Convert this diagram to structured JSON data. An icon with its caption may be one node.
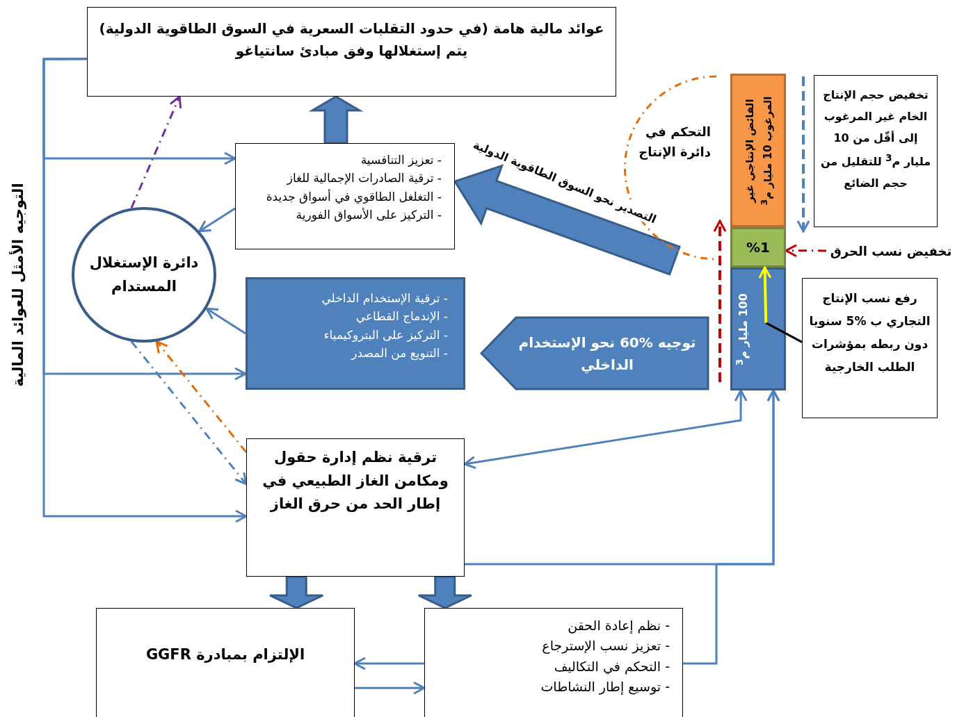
{
  "diagram": {
    "nodes": [
      {
        "text": [
          "عوائد مالية هامة (في حدود التقلبات السعرية في السوق الطاقوية الدولية) يتم إستغلالها وفق مبادئ سانتياغو"
        ]
      },
      {
        "text": [
          "- تعزيز التنافسية",
          "- ترقية الصادرات الإجمالية للغاز",
          "- التغلغل الطاقوي في أسواق جديدة",
          "- التركيز على الأسواق الفورية"
        ]
      },
      {
        "text": [
          "- ترقية الإستخدام الداخلي",
          "- الإندماج القطاعي",
          "- التركيز على البتروكيمياء",
          "- التنويع من المصدر"
        ]
      },
      {
        "text": [
          "دائرة الإستغلال المستدام"
        ]
      },
      {
        "text": [
          "ترقية نظم إدارة حقول ومكامن الغاز الطبيعي في إطار الحد من حرق الغاز"
        ]
      },
      {
        "text": [
          "الإلتزام بمبادرة GGFR"
        ]
      },
      {
        "text": [
          "- نظم إعادة الحقن",
          "- تعزيز نسب الإسترجاع",
          "- التحكم في التكاليف",
          "- توسيع إطار النشاطات"
        ]
      },
      {
        "text": [
          "توجيه %60 نحو الإستخدام الداخلي"
        ]
      },
      {
        "text": [
          "100 مليار م$^{3}$"
        ]
      },
      {
        "text": [
          "%1"
        ]
      },
      {
        "text": [
          "الفائض الإنتاجي غير المرغوب 10 مليار م$^{3}$"
        ]
      },
      {
        "text": [
          "التحكم في دائرة الإنتاج"
        ]
      },
      {
        "text": [
          "تخفيض حجم الإنتاج الخام غير المرغوب إلى أقّل من 10 مليار م$^{3}$ للتقليل من حجم الضائع"
        ]
      },
      {
        "text": [
          "تخفيض نسب الحرق"
        ]
      },
      {
        "text": [
          "رفع نسب الإنتاج التجاري ب %5 سنويا دون ربطه بمؤشرات الطلب الخارجية"
        ]
      }
    ],
    "edges": [
      {
        "from": 0,
        "to": 1,
        "arrow": "to"
      },
      {
        "from": 0,
        "to": 2,
        "arrow": "to"
      },
      {
        "from": 0,
        "to": 4,
        "arrow": "to"
      },
      {
        "from": 1,
        "to": 0,
        "arrow": "to",
        "style": "thick"
      },
      {
        "from": 3,
        "to": 0,
        "arrow": "to",
        "style": "dashed",
        "color": "#7030a0"
      },
      {
        "from": 1,
        "to": 3,
        "arrow": "to"
      },
      {
        "from": 2,
        "to": 3,
        "arrow": "to"
      },
      {
        "from": 4,
        "to": 3,
        "arrow": "to",
        "style": "dashed",
        "color": "#e46c0a"
      },
      {
        "from": 3,
        "to": 4,
        "arrow": "to",
        "style": "dashed"
      },
      {
        "from": 4,
        "to": 5,
        "arrow": "to",
        "style": "thick"
      },
      {
        "from": 4,
        "to": 6,
        "arrow": "to",
        "style": "thick"
      },
      {
        "from": 6,
        "to": 5,
        "arrow": "to"
      },
      {
        "from": 5,
        "to": 6,
        "arrow": "to"
      },
      {
        "from": 6,
        "to": 8,
        "arrow": "to"
      },
      {
        "from": 4,
        "to": 8,
        "arrow": "both"
      },
      {
        "from": 4,
        "to": 8,
        "arrow": "to"
      },
      {
        "from": 11,
        "to": 1,
        "arrow": "to",
        "style": "thick",
        "label": "التصدير نحو السوق الطاقوية الدولية"
      },
      {
        "from": 13,
        "to": 9,
        "arrow": "to",
        "style": "dashed",
        "color": "#c00000"
      },
      {
        "from": 14,
        "to": 8,
        "arrow": "none",
        "color": "#000000"
      },
      {
        "from": 8,
        "to": 9,
        "arrow": "to",
        "color": "#ffff00"
      }
    ],
    "labels": [
      "التوجيه الأمثل للعوائد المالية"
    ]
  }
}
